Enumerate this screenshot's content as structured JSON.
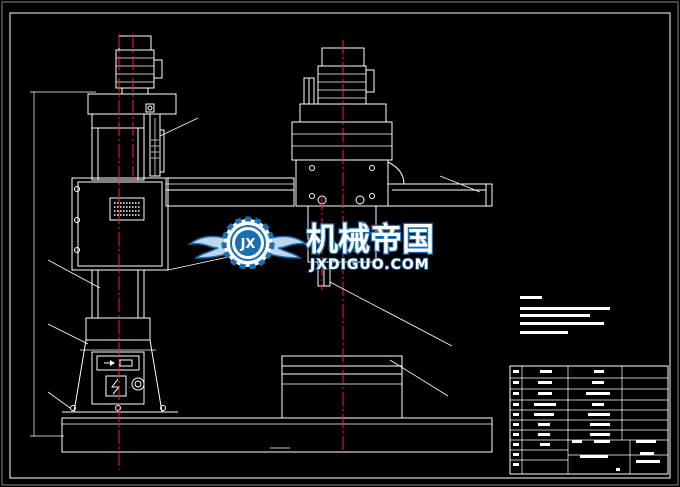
{
  "watermark": {
    "title": "机械帝国",
    "subtitle": "JXDIGUO.COM",
    "badge": "JX"
  },
  "colors": {
    "background": "#000000",
    "lines": "#ffffff",
    "center_lines": "#ff2020",
    "watermark_blue": "#1a6fb0"
  },
  "drawing": {
    "type": "radial drilling machine assembly drawing",
    "title_block_rows": 9,
    "notes_lines": 4
  }
}
